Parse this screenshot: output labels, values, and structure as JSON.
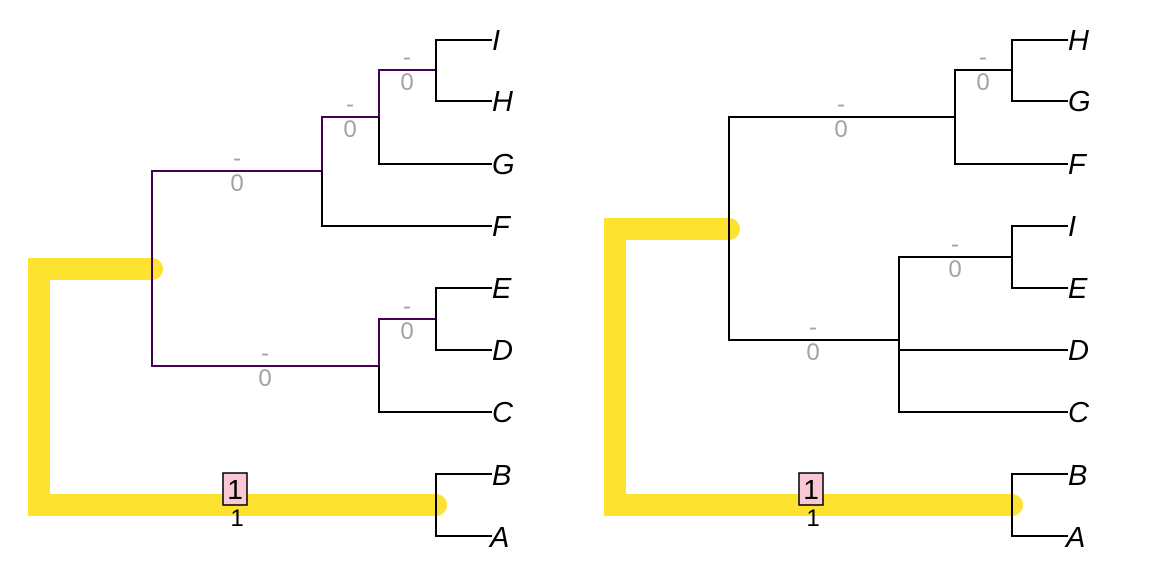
{
  "colors": {
    "background": "#ffffff",
    "highlight_path": "#fde32f",
    "colored_branch": "#440154",
    "plain_branch": "#000000",
    "branch_label": "#a3a3a3",
    "box_fill": "#f8c9d4"
  },
  "trees": [
    {
      "tips": [
        {
          "id": "I",
          "label": "I"
        },
        {
          "id": "H",
          "label": "H"
        },
        {
          "id": "G",
          "label": "G"
        },
        {
          "id": "F",
          "label": "F"
        },
        {
          "id": "E",
          "label": "E"
        },
        {
          "id": "D",
          "label": "D"
        },
        {
          "id": "C",
          "label": "C"
        },
        {
          "id": "B",
          "label": "B"
        },
        {
          "id": "A",
          "label": "A"
        }
      ],
      "branch_labels": [
        {
          "top": "-",
          "bottom": "0"
        },
        {
          "top": "-",
          "bottom": "0"
        },
        {
          "top": "-",
          "bottom": "0"
        },
        {
          "top": "-",
          "bottom": "0"
        },
        {
          "top": "-",
          "bottom": "0"
        }
      ],
      "highlighted_branch": {
        "box": "1",
        "below": "1"
      }
    },
    {
      "tips": [
        {
          "id": "H",
          "label": "H"
        },
        {
          "id": "G",
          "label": "G"
        },
        {
          "id": "F",
          "label": "F"
        },
        {
          "id": "I",
          "label": "I"
        },
        {
          "id": "E",
          "label": "E"
        },
        {
          "id": "D",
          "label": "D"
        },
        {
          "id": "C",
          "label": "C"
        },
        {
          "id": "B",
          "label": "B"
        },
        {
          "id": "A",
          "label": "A"
        }
      ],
      "branch_labels": [
        {
          "top": "-",
          "bottom": "0"
        },
        {
          "top": "-",
          "bottom": "0"
        },
        {
          "top": "-",
          "bottom": "0"
        },
        {
          "top": "-",
          "bottom": "0"
        }
      ],
      "highlighted_branch": {
        "box": "1",
        "below": "1"
      }
    }
  ]
}
